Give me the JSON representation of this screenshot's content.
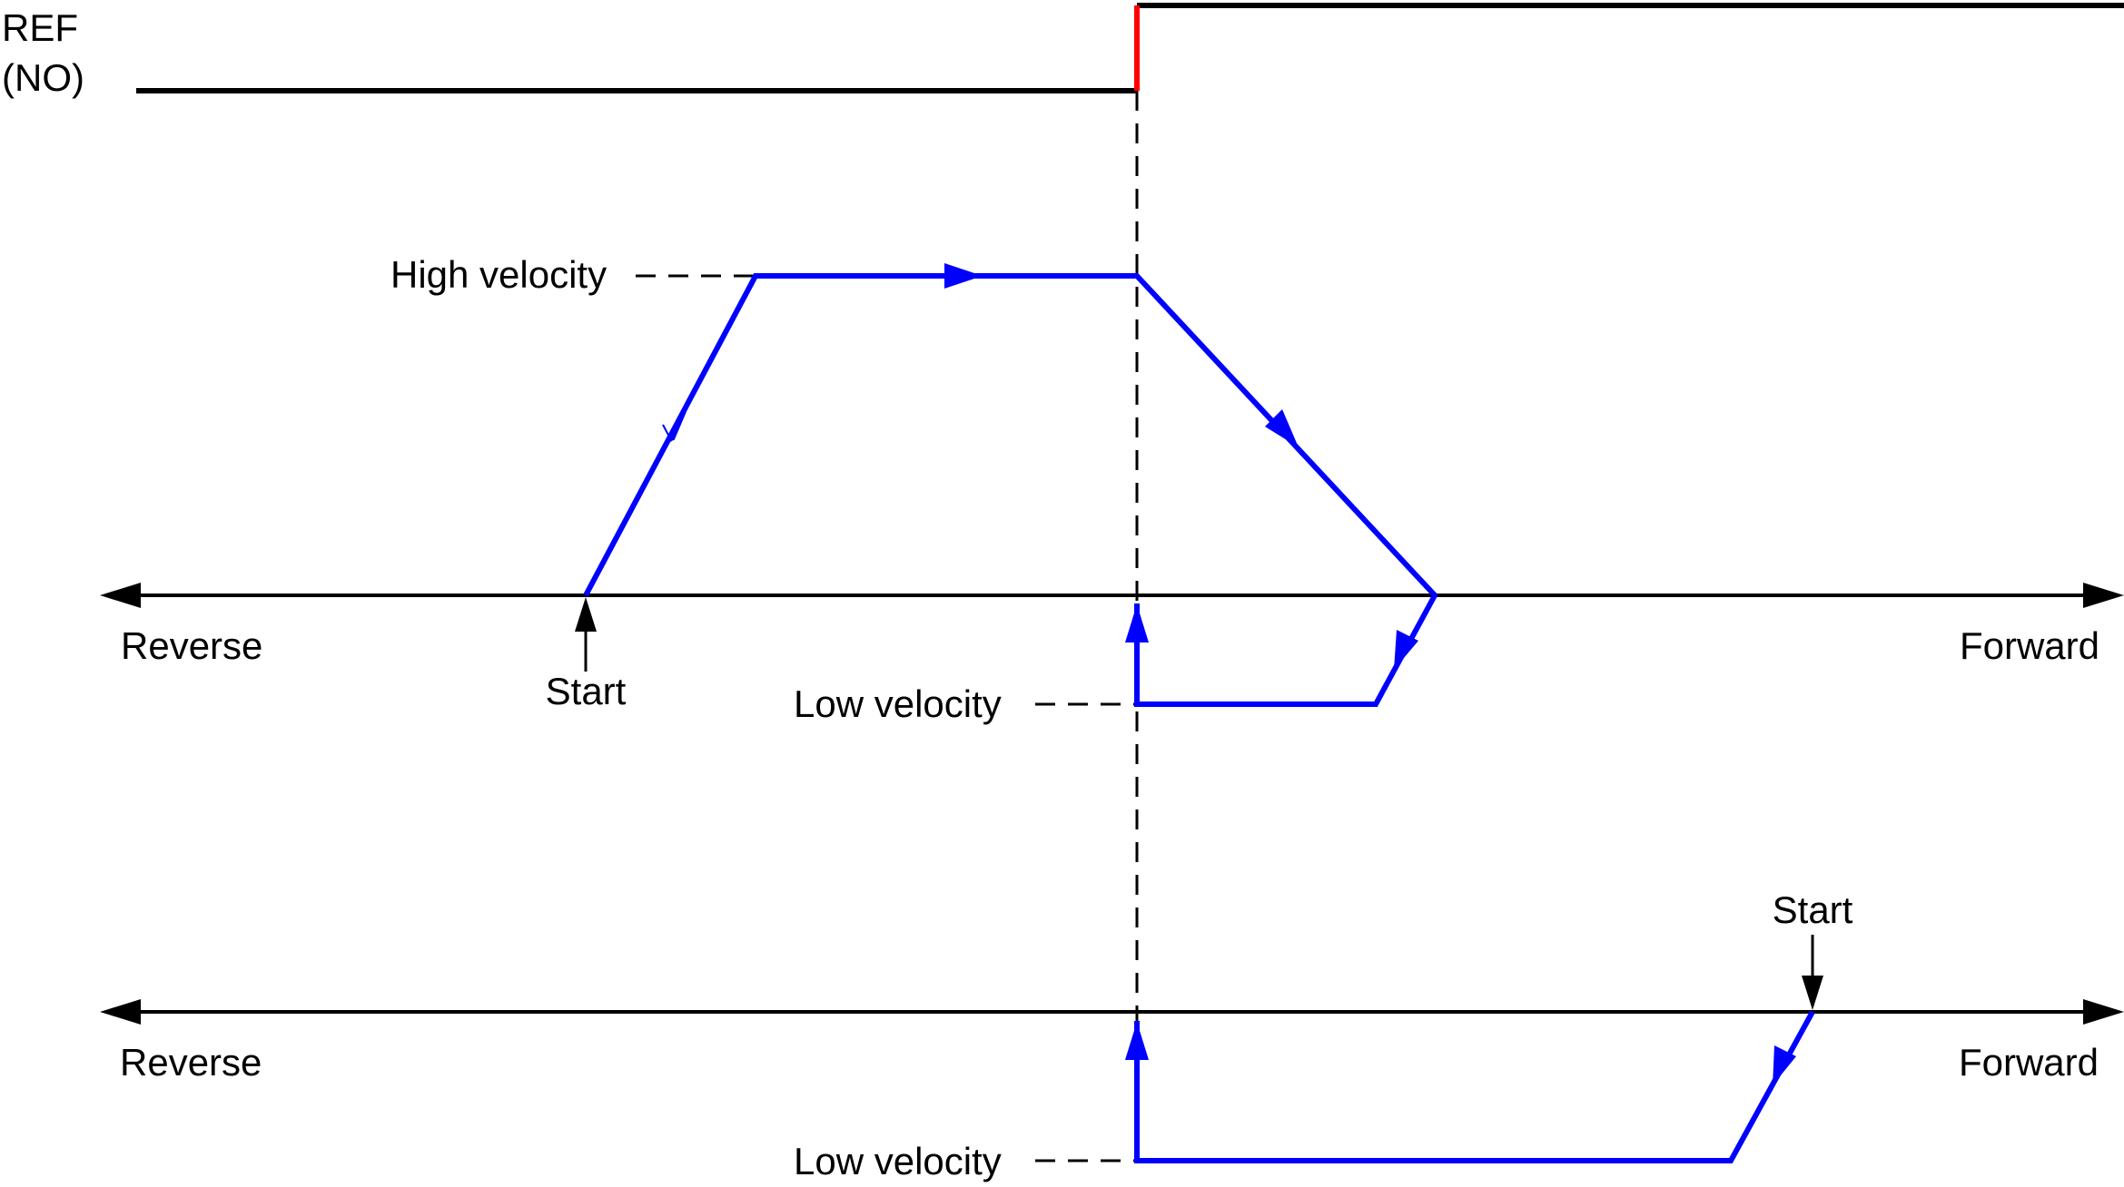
{
  "ref_signal": {
    "line1": "REF",
    "line2": "(NO)"
  },
  "profile1": {
    "high_velocity_label": "High velocity",
    "low_velocity_label": "Low velocity",
    "start_label": "Start",
    "reverse_label": "Reverse",
    "forward_label": "Forward"
  },
  "profile2": {
    "low_velocity_label": "Low velocity",
    "start_label": "Start",
    "reverse_label": "Reverse",
    "forward_label": "Forward"
  },
  "colors": {
    "velocity": "#0000ff",
    "ref_edge": "#ff0000",
    "lines": "#000000"
  }
}
